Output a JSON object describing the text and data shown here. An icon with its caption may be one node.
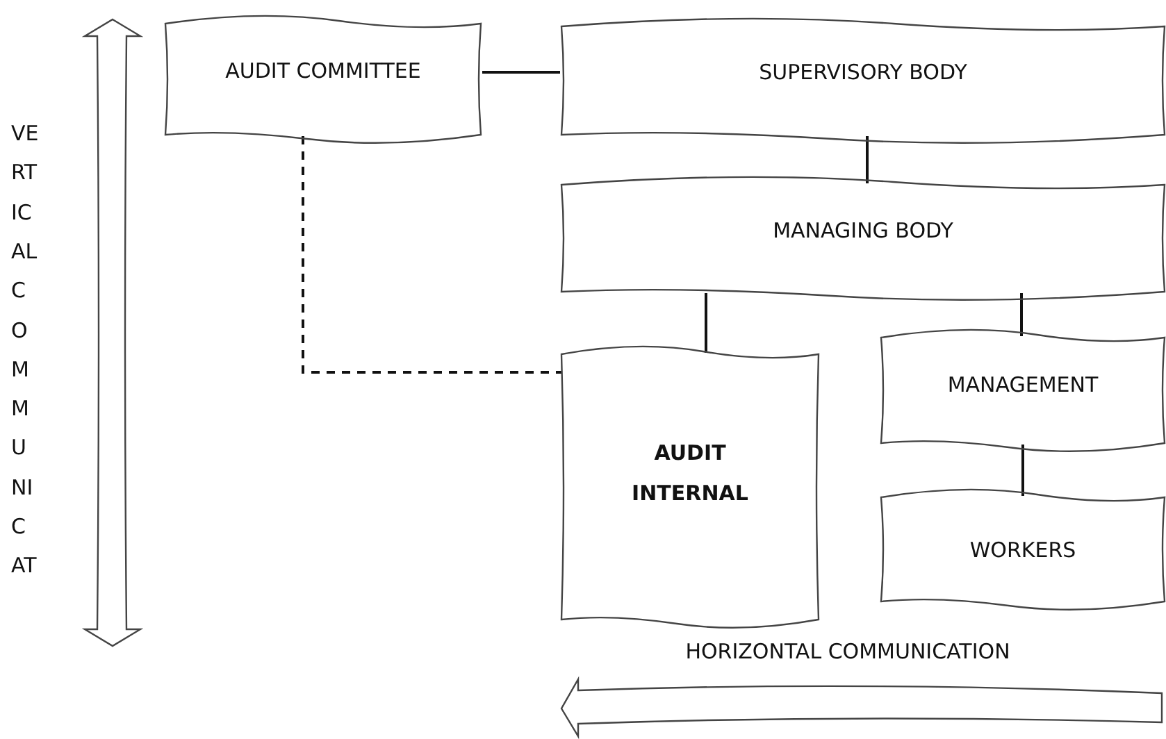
{
  "diagram": {
    "nodes": [
      {
        "text": [
          "AUDIT COMMITTEE"
        ]
      },
      {
        "text": [
          "SUPERVISORY BODY"
        ]
      },
      {
        "text": [
          "MANAGING BODY"
        ]
      },
      {
        "text": [
          "AUDIT INTERNAL"
        ]
      },
      {
        "text": [
          "MANAGEMENT"
        ]
      },
      {
        "text": [
          "WORKERS"
        ]
      }
    ],
    "edges": [
      {
        "from": 0,
        "to": 1,
        "arrow": "none"
      },
      {
        "from": 1,
        "to": 2,
        "arrow": "none"
      },
      {
        "from": 2,
        "to": 3,
        "arrow": "none"
      },
      {
        "from": 2,
        "to": 4,
        "arrow": "none"
      },
      {
        "from": 4,
        "to": 5,
        "arrow": "none"
      },
      {
        "from": 0,
        "to": 3,
        "arrow": "none",
        "style": "dashed"
      }
    ],
    "labels": [
      "VE",
      "RT",
      "IC",
      "AL",
      "C",
      "O",
      "M",
      "M",
      "U",
      "NI",
      "C",
      "AT",
      "HORIZONTAL COMMUNICATION"
    ]
  }
}
